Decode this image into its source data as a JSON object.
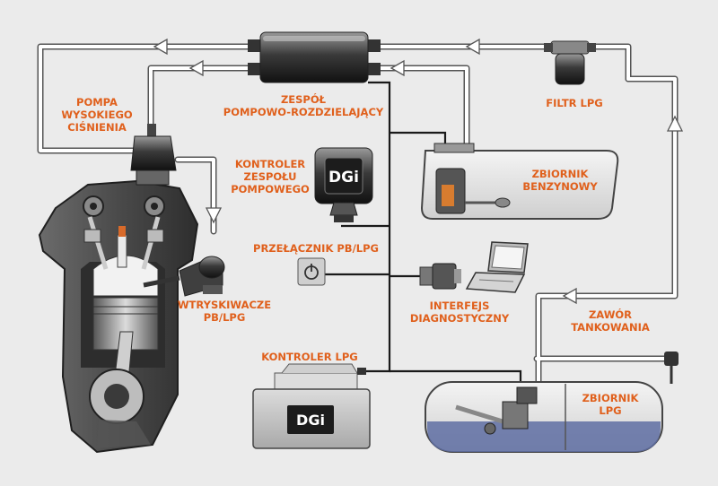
{
  "labels": {
    "pump_hp": [
      "POMPA",
      "WYSOKIEGO",
      "CIŚNIENIA"
    ],
    "distributor": [
      "ZESPÓŁ",
      "POMPOWO-ROZDZIELAJĄCY"
    ],
    "filter": [
      "FILTR LPG"
    ],
    "pump_controller": [
      "KONTROLER",
      "ZESPOŁU",
      "POMPOWEGO"
    ],
    "petrol_tank": [
      "ZBIORNIK",
      "BENZYNOWY"
    ],
    "switch": [
      "PRZEŁĄCZNIK PB/LPG"
    ],
    "diagnostic": [
      "INTERFEJS",
      "DIAGNOSTYCZNY"
    ],
    "injectors": [
      "WTRYSKIWACZE",
      "PB/LPG"
    ],
    "fill_valve": [
      "ZAWÓR",
      "TANKOWANIA"
    ],
    "lpg_controller": [
      "KONTROLER LPG"
    ],
    "lpg_tank": [
      "ZBIORNIK",
      "LPG"
    ]
  },
  "logos": {
    "pump_controller_logo": "DGi",
    "lpg_controller_logo": "DGi"
  },
  "colors": {
    "label": "#e0601c",
    "background": "#ebebeb",
    "fuel_line": "#ffffff",
    "fuel_line_outline": "#555555",
    "wire": "#1a1a1a",
    "lpg_liquid": "#5f6fa3"
  },
  "icons": {
    "power_switch": "power-icon",
    "laptop": "laptop-icon"
  }
}
